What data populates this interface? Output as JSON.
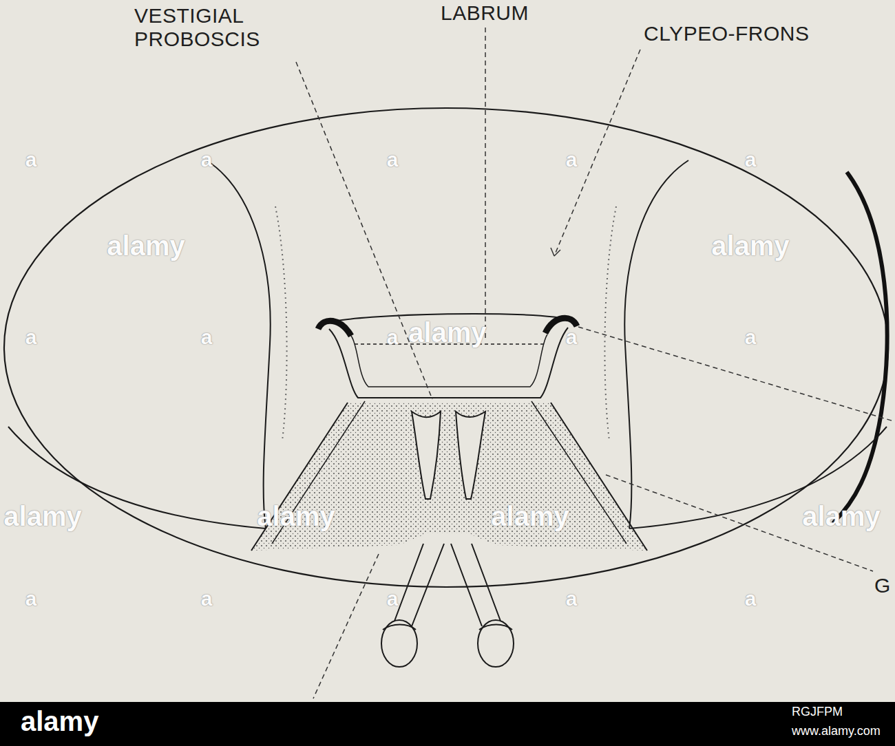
{
  "diagram": {
    "labels": [
      "VESTIGIAL PROBOSCIS",
      "LABRUM",
      "CLYPEO-FRONS",
      "G",
      "alamy",
      "alamy",
      "alamy",
      "alamy",
      "alamy",
      "alamy",
      "alamy",
      "a",
      "a",
      "a",
      "a",
      "a",
      "a",
      "a",
      "a",
      "a",
      "a",
      "a",
      "a",
      "a",
      "a",
      "a",
      "alamy",
      "RGJFPM",
      "www.alamy.com"
    ]
  }
}
